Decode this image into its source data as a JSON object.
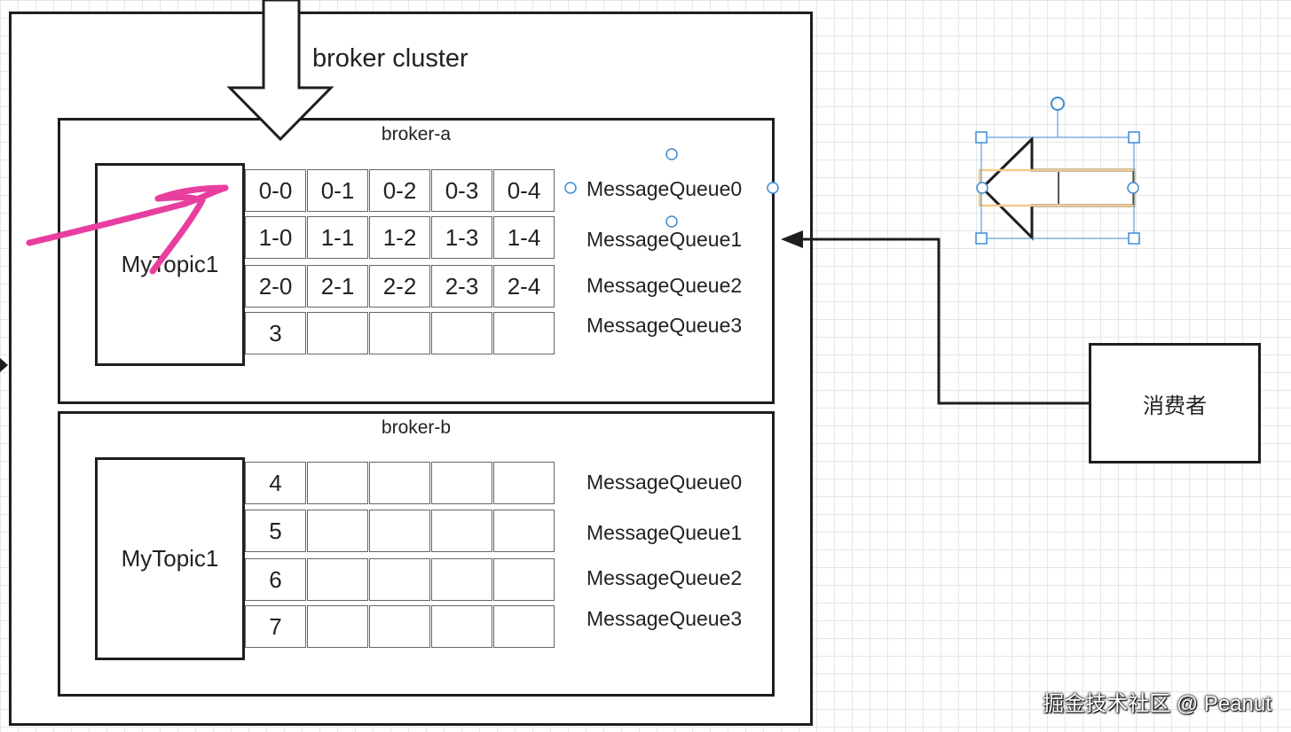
{
  "cluster": {
    "title": "broker cluster"
  },
  "brokers": [
    {
      "name": "broker-a",
      "topic": "MyTopic1",
      "rows": [
        [
          "0-0",
          "0-1",
          "0-2",
          "0-3",
          "0-4"
        ],
        [
          "1-0",
          "1-1",
          "1-2",
          "1-3",
          "1-4"
        ],
        [
          "2-0",
          "2-1",
          "2-2",
          "2-3",
          "2-4"
        ],
        [
          "3",
          "",
          "",
          "",
          ""
        ]
      ],
      "queues": [
        "MessageQueue0",
        "MessageQueue1",
        "MessageQueue2",
        "MessageQueue3"
      ]
    },
    {
      "name": "broker-b",
      "topic": "MyTopic1",
      "rows": [
        [
          "4",
          "",
          "",
          "",
          ""
        ],
        [
          "5",
          "",
          "",
          "",
          ""
        ],
        [
          "6",
          "",
          "",
          "",
          ""
        ],
        [
          "7",
          "",
          "",
          "",
          ""
        ]
      ],
      "queues": [
        "MessageQueue0",
        "MessageQueue1",
        "MessageQueue2",
        "MessageQueue3"
      ]
    }
  ],
  "consumer": {
    "label": "消费者"
  },
  "watermark": "掘金技术社区 @ Peanut",
  "colors": {
    "stroke": "#1e1e1e",
    "selection": "#3c8ad6",
    "highlight": "#f2c98a",
    "annotation": "#e83e9e"
  }
}
